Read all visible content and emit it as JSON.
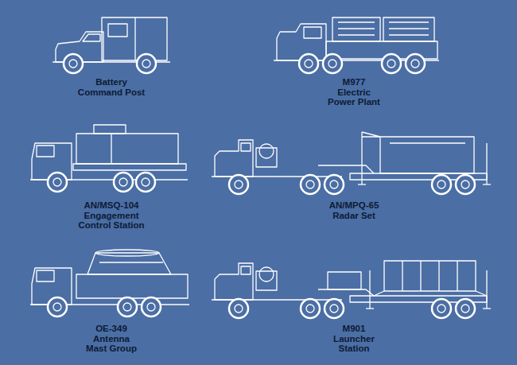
{
  "diagram": {
    "labels": [
      "Battery Command Post",
      "M977 Electric Power Plant",
      "AN/MSQ-104 Engagement Control Station",
      "AN/MPQ-65 Radar Set",
      "OE-349 Antenna Mast Group",
      "M901 Launcher Station"
    ]
  }
}
